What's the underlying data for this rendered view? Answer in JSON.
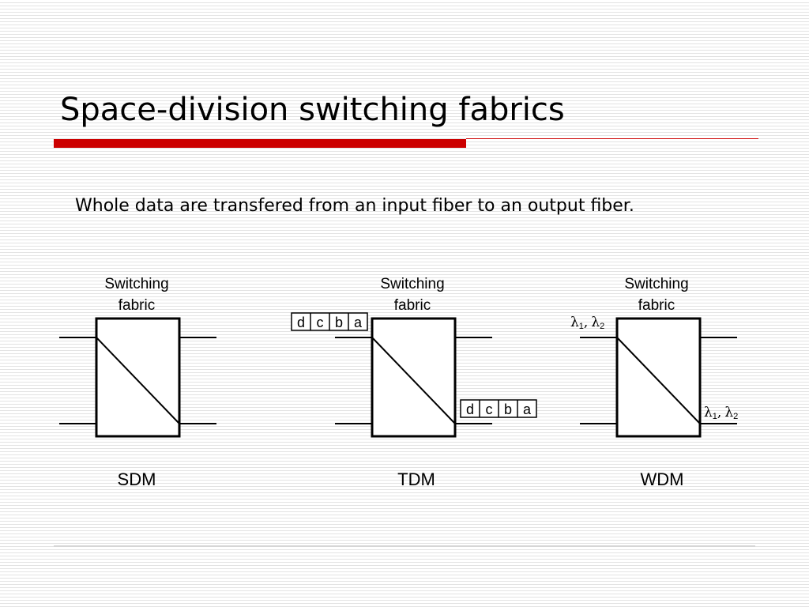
{
  "slide": {
    "title": "Space-division switching fabrics",
    "subtitle": "Whole data are transfered from an input fiber to an output fiber."
  },
  "diagrams": [
    {
      "label_line1": "Switching",
      "label_line2": "fabric",
      "caption": "SDM"
    },
    {
      "label_line1": "Switching",
      "label_line2": "fabric",
      "caption": "TDM",
      "input_cells": [
        "d",
        "c",
        "b",
        "a"
      ],
      "output_cells": [
        "d",
        "c",
        "b",
        "a"
      ]
    },
    {
      "label_line1": "Switching",
      "label_line2": "fabric",
      "caption": "WDM",
      "input_label": {
        "symbol1": "λ",
        "sub1": "1",
        "sep": ",",
        "symbol2": "λ",
        "sub2": "2"
      },
      "output_label": {
        "symbol1": "λ",
        "sub1": "1",
        "sep": ",",
        "symbol2": "λ",
        "sub2": "2"
      }
    }
  ],
  "colors": {
    "accent": "#cc0000",
    "line": "#000000",
    "stripe": "#e3e3e3"
  }
}
